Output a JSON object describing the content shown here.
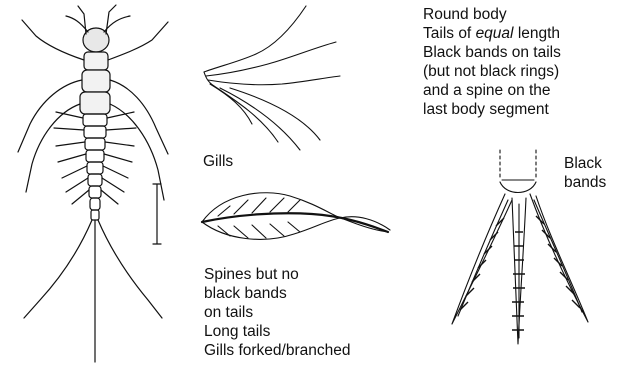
{
  "labels": {
    "features_right": [
      "Round body",
      "Tails of",
      "equal",
      "length",
      "Black bands on tails",
      "(but not black rings)",
      "and a spine on the",
      "last body segment"
    ],
    "gills": "Gills",
    "black_bands": [
      "Black",
      "bands"
    ],
    "features_left": [
      "Spines but no",
      "black bands",
      "on tails",
      "Long tails",
      "Gills forked/branched"
    ]
  }
}
